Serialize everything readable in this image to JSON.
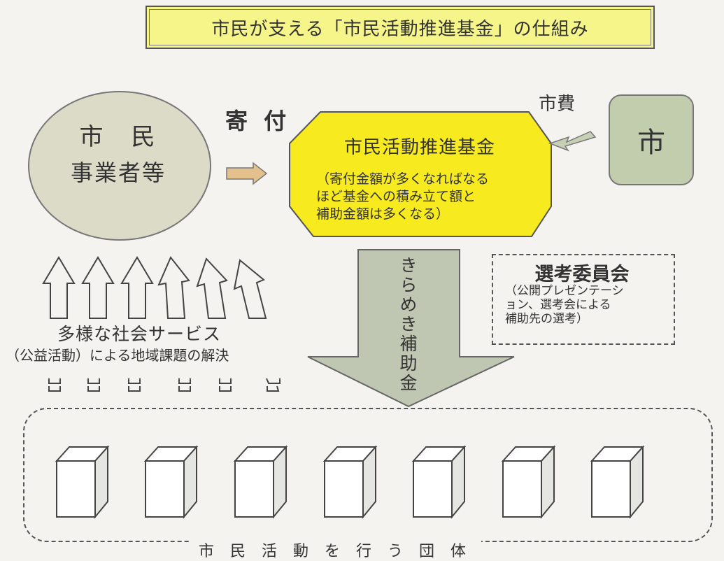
{
  "title": "市民が支える「市民活動推進基金」の仕組み",
  "citizens": {
    "line1": "市　民",
    "line2": "事業者等"
  },
  "donation_label": "寄 付",
  "city_fee_label": "市費",
  "city_label": "市",
  "fund": {
    "title": "市民活動推進基金",
    "note": [
      "（寄付金額が多くなればなる",
      "ほど基金への積み立て額と",
      "補助金額は多くなる）"
    ]
  },
  "committee": {
    "title": "選考委員会",
    "note": [
      "（公開プレゼンテーシ",
      "ョン、選考会による",
      "補助先の選考）"
    ]
  },
  "subsidy_label": "きらめき補助金",
  "services": {
    "line1": "多様な社会サービス",
    "line2": "（公益活動）による地域課題の解決"
  },
  "organizations_label": "市 民 活 動 を 行 う 団 体",
  "colors": {
    "title_bg": "#f6f58a",
    "fund_bg": "#f7ea1e",
    "citizen_bg": "#dcdbc7",
    "city_bg": "#c2cdae",
    "arrow_bg": "#bfc7b2",
    "small_arrow": "#e4c08c"
  },
  "icons": [
    "up-arrow-icon",
    "cube-icon",
    "right-arrow-icon",
    "left-arrow-icon",
    "down-arrow-icon"
  ]
}
